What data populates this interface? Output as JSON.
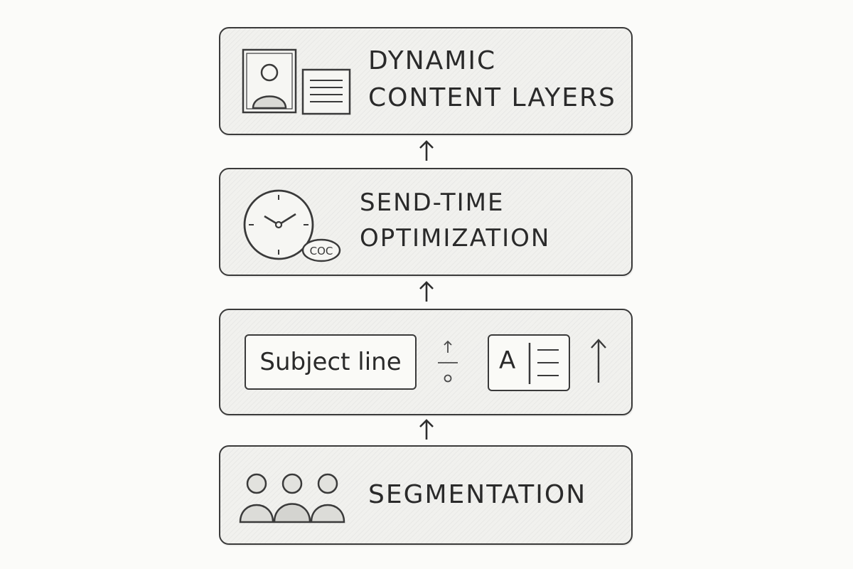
{
  "layers": [
    {
      "id": "dynamic-content-layers",
      "title_line1": "DYNAMIC",
      "title_line2": "CONTENT LAYERS",
      "icons": [
        "profile-card-icon",
        "text-lines-icon"
      ]
    },
    {
      "id": "send-time-optimization",
      "title_line1": "SEND-TIME",
      "title_line2": "OPTIMIZATION",
      "icons": [
        "clock-icon"
      ],
      "clock_badge": "COC"
    },
    {
      "id": "ab-testing",
      "subject_label": "Subject line",
      "variant_letter": "A",
      "icons": [
        "toggle-icon",
        "document-variant-icon",
        "up-arrow-icon"
      ]
    },
    {
      "id": "segmentation",
      "title": "SEGMENTATION",
      "icons": [
        "people-group-icon"
      ]
    }
  ],
  "connectors": [
    "up-arrow",
    "up-arrow",
    "up-arrow"
  ],
  "colors": {
    "stroke": "#3a3a3a",
    "box_fill": "#f1f1ee",
    "background": "#fbfbf9"
  }
}
